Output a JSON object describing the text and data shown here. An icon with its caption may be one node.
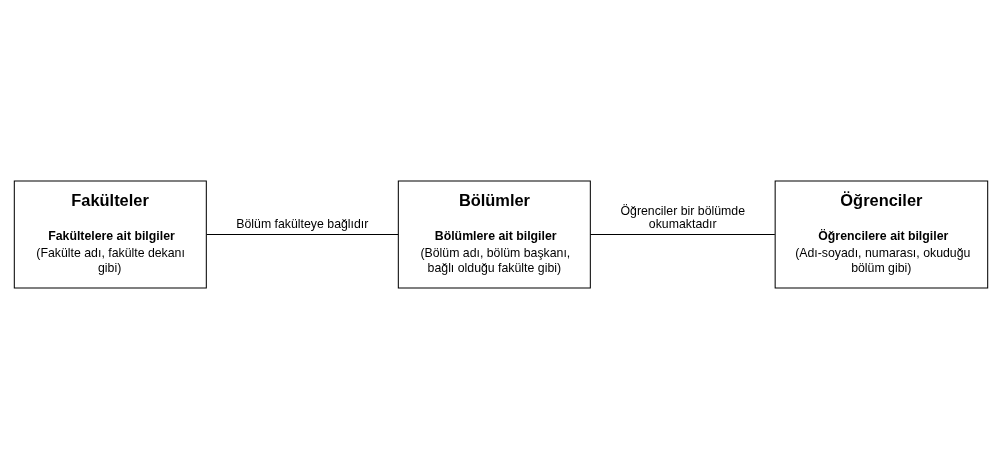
{
  "diagram": {
    "nodes": [
      {
        "text": [
          "Fakülteler",
          "Fakültelere ait bilgiler",
          "(Fakülte adı, fakülte dekanı gibi)"
        ]
      },
      {
        "text": [
          "Bölümler",
          "Bölümlere ait bilgiler",
          "(Bölüm adı, bölüm başkanı, bağlı olduğu fakülte gibi)"
        ]
      },
      {
        "text": [
          "Öğrenciler",
          "Öğrencilere ait bilgiler",
          "(Adı-soyadı, numarası, okuduğu bölüm gibi)"
        ]
      }
    ],
    "edges": [
      {
        "from": 0,
        "to": 1,
        "arrow": "none",
        "label": "Bölüm fakülteye bağlıdır"
      },
      {
        "from": 1,
        "to": 2,
        "arrow": "none",
        "label": "Öğrenciler bir bölümde okumaktadır"
      }
    ]
  }
}
